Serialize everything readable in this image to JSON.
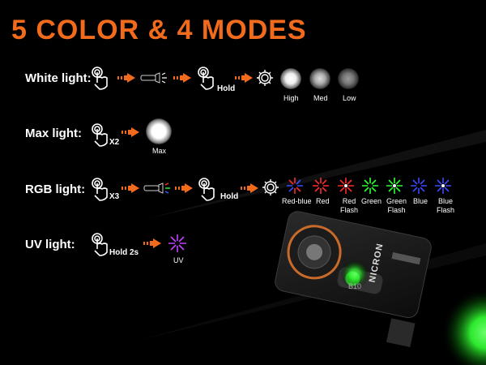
{
  "title": "5 COLOR & 4 MODES",
  "colors": {
    "accent": "#f26b1d",
    "background": "#000000"
  },
  "device": {
    "brand": "NICRON",
    "model": "B10"
  },
  "rows": [
    {
      "label": "White light:",
      "hold": "Hold",
      "levels": [
        "High",
        "Med",
        "Low"
      ]
    },
    {
      "label": "Max light:",
      "presses": "X2",
      "levels": [
        "Max"
      ]
    },
    {
      "label": "RGB light:",
      "presses": "X3",
      "hold": "Hold",
      "modes": [
        {
          "line1": "Red-blue"
        },
        {
          "line1": "Red"
        },
        {
          "line1": "Red",
          "line2": "Flash"
        },
        {
          "line1": "Green"
        },
        {
          "line1": "Green",
          "line2": "Flash"
        },
        {
          "line1": "Blue"
        },
        {
          "line1": "Blue",
          "line2": "Flash"
        }
      ]
    },
    {
      "label": "UV light:",
      "hold": "Hold 2s",
      "levels": [
        "UV"
      ]
    }
  ],
  "icons": [
    "hand-press-icon",
    "arrow-right-icon",
    "flashlight-icon",
    "gear-icon",
    "starburst-icon"
  ]
}
